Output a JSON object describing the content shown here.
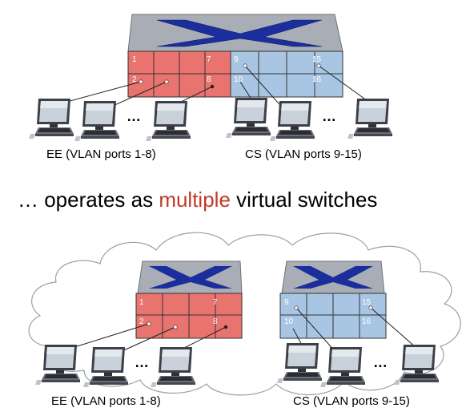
{
  "headline": {
    "prefix": "… operates as ",
    "highlight": "multiple",
    "suffix": " virtual switches"
  },
  "colors": {
    "ee_ports": "#e8736f",
    "cs_ports": "#a8c6e4",
    "switch_top": "#a9aeb6",
    "switch_arrows": "#1c2d9c",
    "highlight_text": "#c0392b"
  },
  "top": {
    "ee_caption": "EE (VLAN ports 1-8)",
    "cs_caption": "CS (VLAN ports 9-15)",
    "ellipsis_ee": "…",
    "ellipsis_cs": "…",
    "port_labels": [
      "1",
      "7",
      "2",
      "8",
      "9",
      "15",
      "10",
      "16"
    ]
  },
  "bottom": {
    "ee_caption": "EE (VLAN ports 1-8)",
    "cs_caption": "CS (VLAN ports 9-15)",
    "ellipsis_ee": "…",
    "ellipsis_cs": "…",
    "ee_port_labels": [
      "1",
      "7",
      "2",
      "8"
    ],
    "cs_port_labels": [
      "9",
      "15",
      "10",
      "16"
    ]
  }
}
